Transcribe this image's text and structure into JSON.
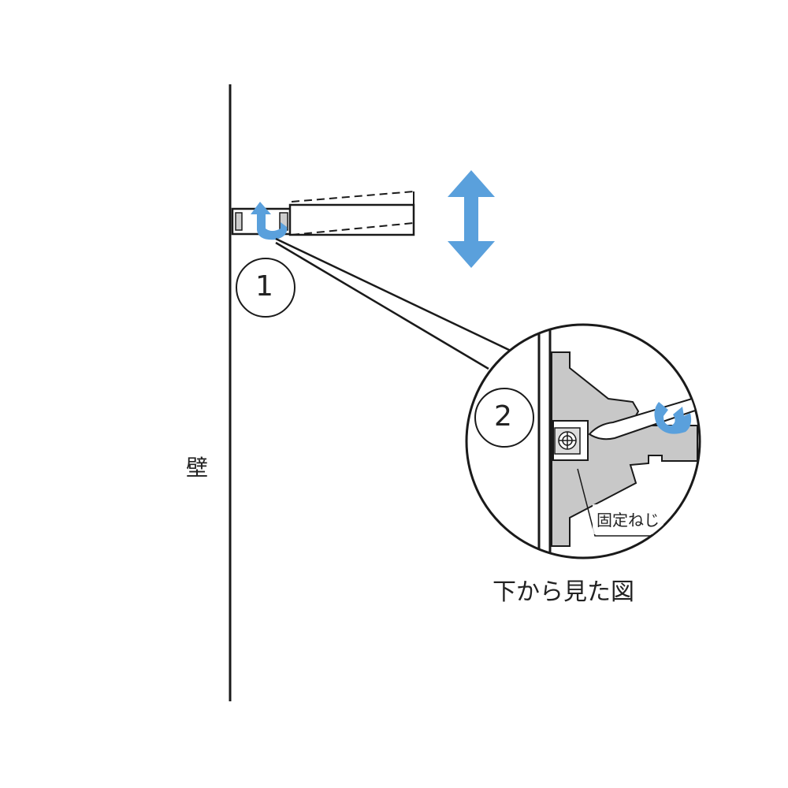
{
  "labels": {
    "wall": "壁",
    "step1": "1",
    "step2": "2",
    "fixing_screw": "固定ねじ",
    "view_from_below": "下から見た図"
  },
  "colors": {
    "line": "#1a1a1a",
    "arrow_blue": "#5aa0dc",
    "bracket_gray": "#c8c8c8"
  }
}
